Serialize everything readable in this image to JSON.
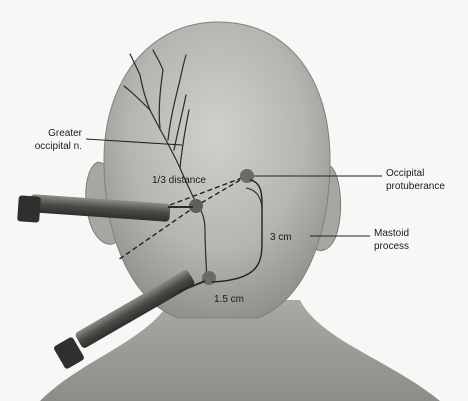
{
  "figure": {
    "labels": {
      "greater_occipital": [
        "Greater",
        "occipital n."
      ],
      "one_third_distance": "1/3 distance",
      "occipital_protuberance": [
        "Occipital",
        "protuberance"
      ],
      "three_cm": "3 cm",
      "mastoid_process": [
        "Mastoid",
        "process"
      ],
      "one_five_cm": "1.5 cm"
    },
    "colors": {
      "background": "#f7f7f5",
      "skin": "#b9b9b5",
      "skin_shadow": "#8f8f8b",
      "nerve": "#2a2a2a",
      "landmark": "#6a6a66",
      "syringe_barrel": "#4f4f4c",
      "syringe_plunger": "#2f2f2d"
    }
  }
}
